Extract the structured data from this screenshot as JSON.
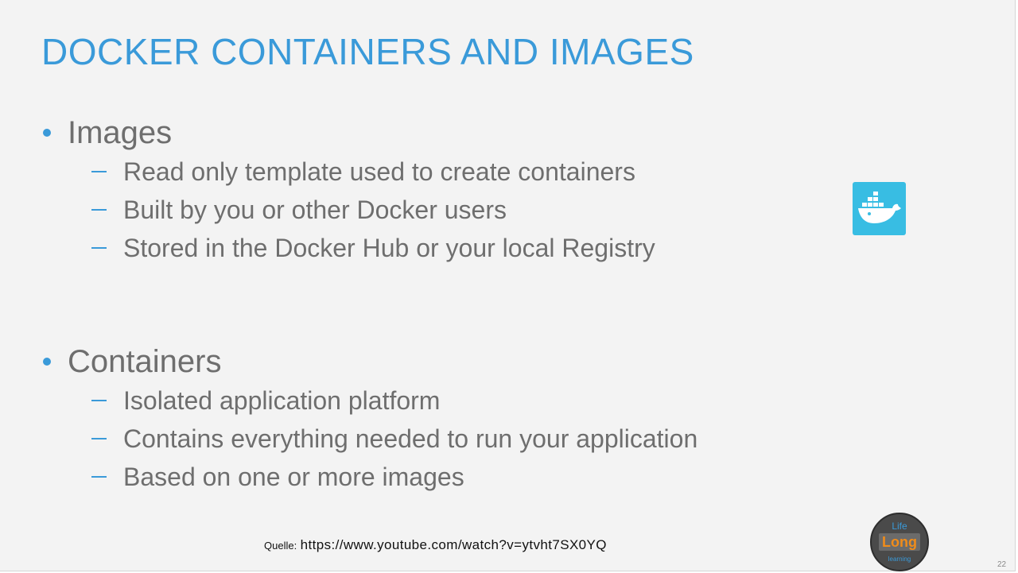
{
  "slide": {
    "title": "DOCKER CONTAINERS AND IMAGES",
    "sections": [
      {
        "heading": "Images",
        "items": [
          "Read only template used to create containers",
          "Built by you or other Docker users",
          "Stored in the Docker Hub or your local Registry"
        ]
      },
      {
        "heading": "Containers",
        "items": [
          "Isolated application platform",
          "Contains everything needed to run your application",
          "Based on one or more images"
        ]
      }
    ],
    "source_label": "Quelle:",
    "source_url": "https://www.youtube.com/watch?v=ytvht7SX0YQ",
    "page_number": "22"
  },
  "logo": {
    "top": "Life",
    "middle": "Long",
    "bottom": "learning"
  },
  "icons": {
    "docker": "docker-whale-icon",
    "bullet": "bullet-dot-icon",
    "dash": "dash-icon"
  },
  "colors": {
    "accent": "#3a9ad9",
    "text": "#6e6e6e",
    "docker_tile": "#38bde3",
    "background": "#f3f3f3"
  }
}
